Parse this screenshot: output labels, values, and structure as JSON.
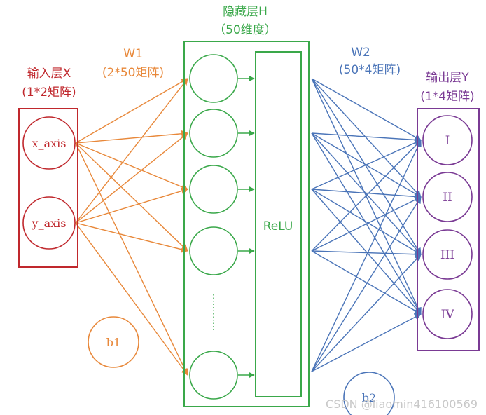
{
  "input_layer": {
    "title": "输入层X",
    "subtitle": "(1*2矩阵)",
    "nodes": [
      "x_axis",
      "y_axis"
    ],
    "color": "#c0282d"
  },
  "w1": {
    "title": "W1",
    "subtitle": "(2*50矩阵)",
    "color": "#e8883a"
  },
  "b1": {
    "label": "b1",
    "color": "#e8883a"
  },
  "hidden_layer": {
    "title": "隐藏层H",
    "subtitle": "（50维度）",
    "activation": "ReLU",
    "color": "#3aa84a"
  },
  "w2": {
    "title": "W2",
    "subtitle": "(50*4矩阵)",
    "color": "#4a74b8"
  },
  "b2": {
    "label": "b2",
    "color": "#4a74b8"
  },
  "output_layer": {
    "title": "输出层Y",
    "subtitle": "(1*4矩阵)",
    "nodes": [
      "I",
      "II",
      "III",
      "IV"
    ],
    "color": "#7a3a94"
  },
  "watermark": "CSDN @liaomin416100569"
}
